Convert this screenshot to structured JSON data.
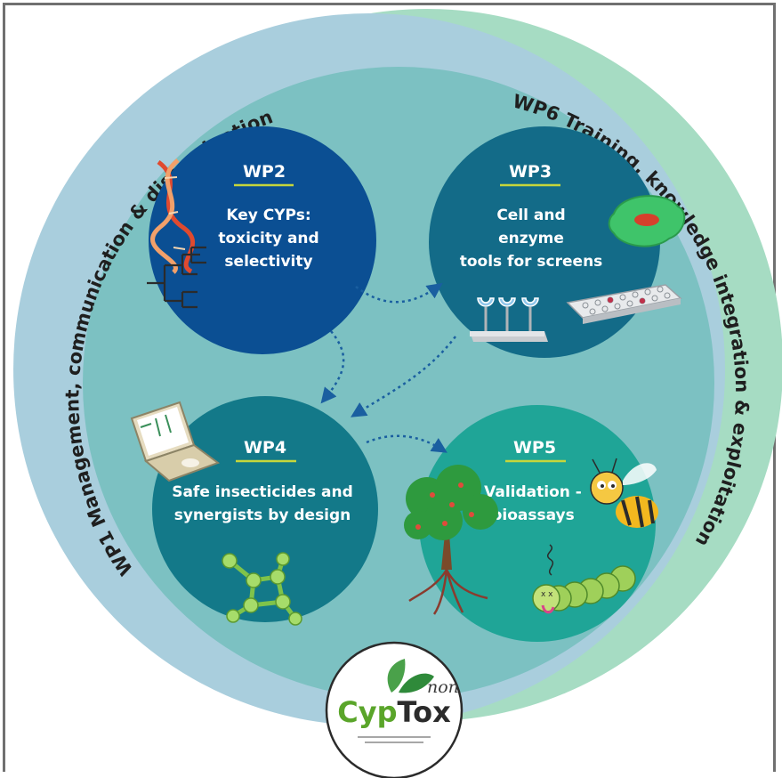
{
  "colors": {
    "outer_left_ring": "#a9cedd",
    "outer_right_ring": "#a6dcc3",
    "inner_disc": "#7cc1c2",
    "wp2": "#0b4f93",
    "wp3": "#136b88",
    "wp4": "#137989",
    "wp5": "#1fa597",
    "underline": "#c6d63b",
    "arrow": "#1a5fa0"
  },
  "workpackages": {
    "wp2": {
      "title": "WP2",
      "lines": [
        "Key CYPs:",
        "toxicity and",
        "selectivity"
      ],
      "icons": [
        "dna-helix-icon",
        "phylogenetic-tree-icon"
      ]
    },
    "wp3": {
      "title": "WP3",
      "lines": [
        "Cell and",
        "enzyme",
        "tools for screens"
      ],
      "icons": [
        "cell-icon",
        "receptor-array-icon",
        "microplate-icon"
      ]
    },
    "wp4": {
      "title": "WP4",
      "lines": [
        "Safe insecticides and",
        "synergists by design"
      ],
      "icons": [
        "laptop-icon",
        "molecule-icon"
      ]
    },
    "wp5": {
      "title": "WP5",
      "lines": [
        "Validation -",
        "bioassays"
      ],
      "icons": [
        "tree-icon",
        "bee-icon",
        "caterpillar-icon"
      ]
    }
  },
  "ring_labels": {
    "wp1": "WP1 Management, communication & dissemination",
    "wp6": "WP6 Training, knowledge integration & exploitation"
  },
  "logo": {
    "prefix": "non",
    "brand_cyp": "Cyp",
    "brand_tox": "Tox"
  }
}
